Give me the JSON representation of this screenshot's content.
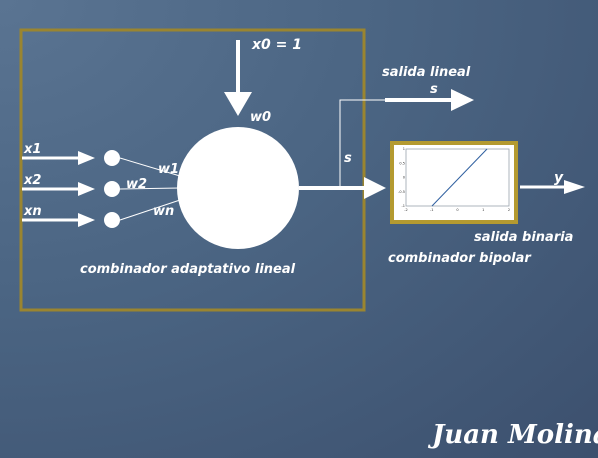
{
  "diagram": {
    "title": "",
    "inputs": {
      "bias_input": "x0 = 1",
      "x1": "x1",
      "x2": "x2",
      "xn": "xn"
    },
    "weights": {
      "w0": "w0",
      "w1": "w1",
      "w2": "w2",
      "wn": "wn"
    },
    "outputs": {
      "linear_output_label": "salida lineal",
      "linear_output_symbol": "s",
      "s_symbol": "s",
      "binary_output_symbol": "y",
      "binary_output_label": "salida binaria"
    },
    "blocks": {
      "adaptive_combiner_label": "combinador adaptativo lineal",
      "bipolar_combiner_label": "combinador bipolar",
      "transfer_plot": {
        "y_ticks": [
          "1",
          "0.5",
          "0",
          "-0.5",
          "-1"
        ],
        "x_ticks": [
          "-2",
          "-1",
          "0",
          "1",
          "2"
        ]
      }
    },
    "signature": "Juan Molina"
  },
  "colors": {
    "background": "#4b6583",
    "frame": "#9a8530",
    "foreground": "#ffffff"
  }
}
